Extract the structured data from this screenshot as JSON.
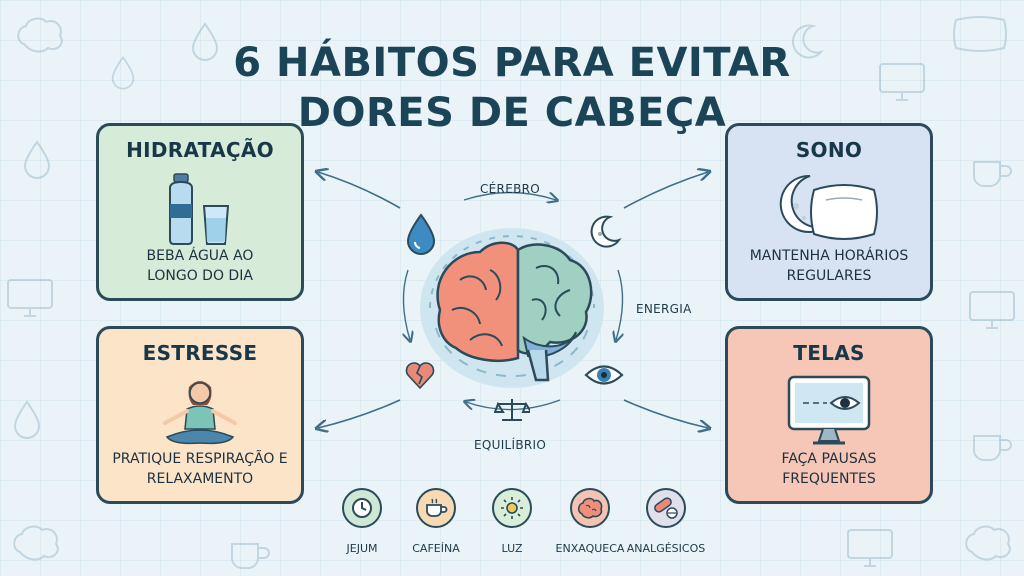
{
  "title": "6 HÁBITOS PARA EVITAR DORES DE CABEÇA",
  "cards": {
    "hydration": {
      "title": "HIDRATAÇÃO",
      "text": "BEBA ÁGUA AO LONGO DO DIA"
    },
    "sleep": {
      "title": "SONO",
      "text": "MANTENHA HORÁRIOS REGULARES"
    },
    "stress": {
      "title": "ESTRESSE",
      "text": "PRATIQUE RESPIRAÇÃO E RELAXAMENTO"
    },
    "screens": {
      "title": "TELAS",
      "text": "FAÇA PAUSAS FREQUENTES"
    }
  },
  "center": {
    "top_label": "CÉREBRO",
    "right_label": "ENERGIA",
    "bottom_label": "EQUILÍBRIO"
  },
  "bottom_items": [
    {
      "label": "JEJUM",
      "icon": "clock-icon",
      "color": "#cfe8d6"
    },
    {
      "label": "CAFEÍNA",
      "icon": "coffee-cup-icon",
      "color": "#f7d9b4"
    },
    {
      "label": "LUZ",
      "icon": "sun-icon",
      "color": "#d9eed8"
    },
    {
      "label": "ENXAQUECA",
      "icon": "brain-icon",
      "color": "#f4c3b3"
    },
    {
      "label": "ANALGÉSICOS",
      "icon": "pill-icon",
      "color": "#dfe0ec"
    }
  ],
  "colors": {
    "hydration": "#d6ecd8",
    "sleep": "#d7e3f3",
    "stress": "#fbe4c8",
    "screens": "#f6c6b6",
    "background": "#e9f3f8"
  }
}
